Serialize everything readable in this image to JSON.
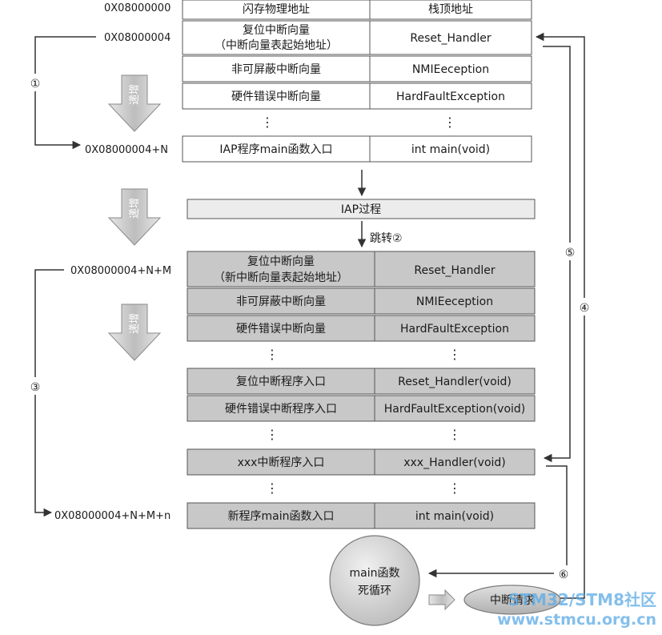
{
  "addresses": {
    "flash_base": "0X08000000",
    "reset_vector": "0X08000004",
    "iap_main": "0X08000004+N",
    "new_table": "0X08000004+N+M",
    "new_main": "0X08000004+N+M+n"
  },
  "table1": {
    "rows": [
      {
        "left": "闪存物理地址",
        "right": "栈顶地址"
      },
      {
        "left": "复位中断向量",
        "left2": "（中断向量表起始地址）",
        "right": "Reset_Handler"
      },
      {
        "left": "非可屏蔽中断向量",
        "right": "NMIEeception"
      },
      {
        "left": "硬件错误中断向量",
        "right": "HardFaultException"
      }
    ],
    "main_row": {
      "left": "IAP程序main函数入口",
      "right": "int main(void)"
    }
  },
  "iap_process": "IAP过程",
  "jump_label": "跳转②",
  "table2": {
    "vectors": [
      {
        "left": "复位中断向量",
        "left2": "（新中断向量表起始地址）",
        "right": "Reset_Handler"
      },
      {
        "left": "非可屏蔽中断向量",
        "right": "NMIEeception"
      },
      {
        "left": "硬件错误中断向量",
        "right": "HardFaultException"
      }
    ],
    "handlers": [
      {
        "left": "复位中断程序入口",
        "right": "Reset_Handler(void)"
      },
      {
        "left": "硬件错误中断程序入口",
        "right": "HardFaultException(void)"
      }
    ],
    "xxx_row": {
      "left": "xxx中断程序入口",
      "right": "xxx_Handler(void)"
    },
    "main_row": {
      "left": "新程序main函数入口",
      "right": "int main(void)"
    }
  },
  "increment_label": "递增",
  "dots": "⋮",
  "steps": [
    "①",
    "③",
    "④",
    "⑤",
    "⑥"
  ],
  "main_loop": {
    "line1": "main函数",
    "line2": "死循环"
  },
  "interrupt_request": "中断请求",
  "watermark": {
    "line1": "STM32/STM8社区",
    "line2": "www.stmcu.org.cn"
  },
  "colors": {
    "white_cell": "#ffffff",
    "gray_cell": "#c8c8c8",
    "border": "#555555",
    "arrow": "#333333",
    "watermark": "#5aa9e6"
  }
}
